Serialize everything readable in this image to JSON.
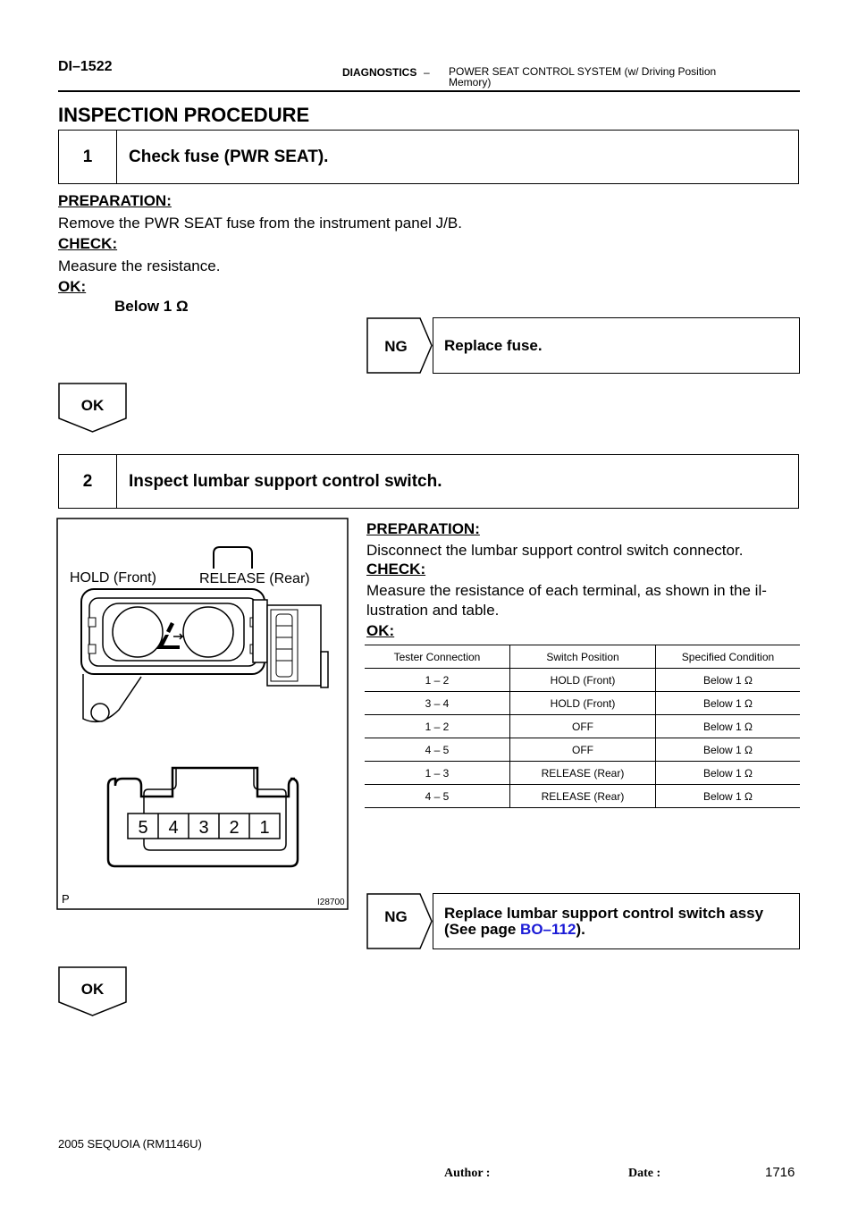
{
  "header": {
    "code": "DI–1522",
    "section": "DIAGNOSTICS",
    "dash": "–",
    "system": "POWER SEAT CONTROL SYSTEM (w/ Driving Position Memory)"
  },
  "title": "INSPECTION PROCEDURE",
  "step1": {
    "number": "1",
    "title": "Check fuse (PWR SEAT).",
    "preparation_label": "PREPARATION:",
    "preparation_text": "Remove the PWR SEAT fuse from the instrument panel J/B.",
    "check_label": "CHECK:",
    "check_text": "Measure the resistance.",
    "ok_label": "OK:",
    "ok_value": "Below 1 Ω",
    "ng_label": "NG",
    "ng_action": "Replace fuse.",
    "ok_flow": "OK"
  },
  "step2": {
    "number": "2",
    "title": "Inspect lumbar support control switch.",
    "figure": {
      "label_hold": "HOLD (Front)",
      "label_release": "RELEASE (Rear)",
      "pins": [
        "5",
        "4",
        "3",
        "2",
        "1"
      ],
      "corner_mark": "P",
      "figure_id": "I28700"
    },
    "preparation_label": "PREPARATION:",
    "preparation_text": "Disconnect the lumbar support control switch connector.",
    "check_label": "CHECK:",
    "check_text_line1": "Measure the resistance of each terminal, as shown in the il-",
    "check_text_line2": "lustration and table.",
    "ok_label": "OK:",
    "table": {
      "headers": [
        "Tester Connection",
        "Switch Position",
        "Specified Condition"
      ],
      "rows": [
        [
          "1 – 2",
          "HOLD (Front)",
          "Below 1 Ω"
        ],
        [
          "3 – 4",
          "HOLD (Front)",
          "Below 1 Ω"
        ],
        [
          "1 – 2",
          "OFF",
          "Below 1 Ω"
        ],
        [
          "4 – 5",
          "OFF",
          "Below 1 Ω"
        ],
        [
          "1 – 3",
          "RELEASE (Rear)",
          "Below 1 Ω"
        ],
        [
          "4 – 5",
          "RELEASE (Rear)",
          "Below 1 Ω"
        ]
      ]
    },
    "ng_label": "NG",
    "ng_action_line1": "Replace lumbar support control switch assy",
    "ng_action_pre": "(See page ",
    "ng_action_link": "BO–112",
    "ng_action_post": ").",
    "ok_flow": "OK"
  },
  "footer": {
    "model": "2005 SEQUOIA   (RM1146U)",
    "author_label": "Author :",
    "date_label": "Date :",
    "page": "1716"
  }
}
